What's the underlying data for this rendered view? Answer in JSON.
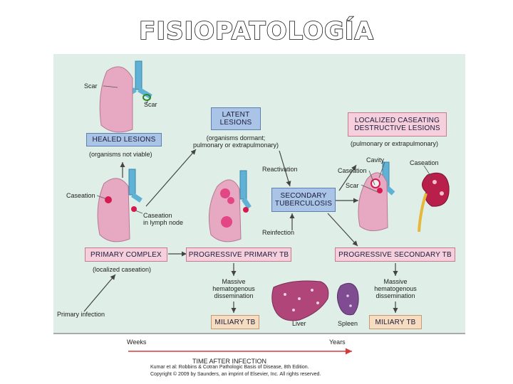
{
  "title": "FISIOPATOLOGÍA",
  "boxes": {
    "healed": "HEALED LESIONS",
    "latent_1": "LATENT",
    "latent_2": "LESIONS",
    "localized_1": "LOCALIZED CASEATING",
    "localized_2": "DESTRUCTIVE LESIONS",
    "secondary_1": "SECONDARY",
    "secondary_2": "TUBERCULOSIS",
    "primary_complex": "PRIMARY COMPLEX",
    "progressive_primary": "PROGRESSIVE PRIMARY TB",
    "progressive_secondary": "PROGRESSIVE SECONDARY TB",
    "miliary_left": "MILIARY TB",
    "miliary_right": "MILIARY TB"
  },
  "labels": {
    "scar_top": "Scar",
    "scar_right": "Scar",
    "organisms_not_viable": "(organisms not viable)",
    "dormant_1": "(organisms dormant;",
    "dormant_2": "pulmonary or extrapulmonary)",
    "pulm_extra": "(pulmonary or extrapulmonary)",
    "reactivation": "Reactivation",
    "reinfection": "Reinfection",
    "caseation_left": "Caseation",
    "caseation_ln_1": "Caseation",
    "caseation_ln_2": "in lymph node",
    "cavity": "Cavity",
    "caseation_mid": "Caseation",
    "scar_mid": "Scar",
    "caseation_kidney": "Caseation",
    "localized_caseation": "(localized caseation)",
    "massive_left_1": "Massive",
    "massive_left_2": "hematogenous",
    "massive_left_3": "dissemination",
    "massive_right_1": "Massive",
    "massive_right_2": "hematogenous",
    "massive_right_3": "dissemination",
    "primary_infection": "Primary infection",
    "liver": "Liver",
    "spleen": "Spleen"
  },
  "timeline": {
    "weeks": "Weeks",
    "years": "Years",
    "axis_title": "TIME AFTER INFECTION"
  },
  "footer": {
    "line1": "Kumar et al: Robbins & Cotran Pathologic Basis of Disease, 8th Edition.",
    "line2": "Copyright © 2009 by Saunders, an imprint of Elsevier, Inc. All rights reserved."
  },
  "colors": {
    "panel": "#dfeee7",
    "lung": "#e7a9c1",
    "caseation": "#d8184e",
    "trachea": "#5fb2d6",
    "arrow": "#444444",
    "timeline": "#d83a3a"
  }
}
